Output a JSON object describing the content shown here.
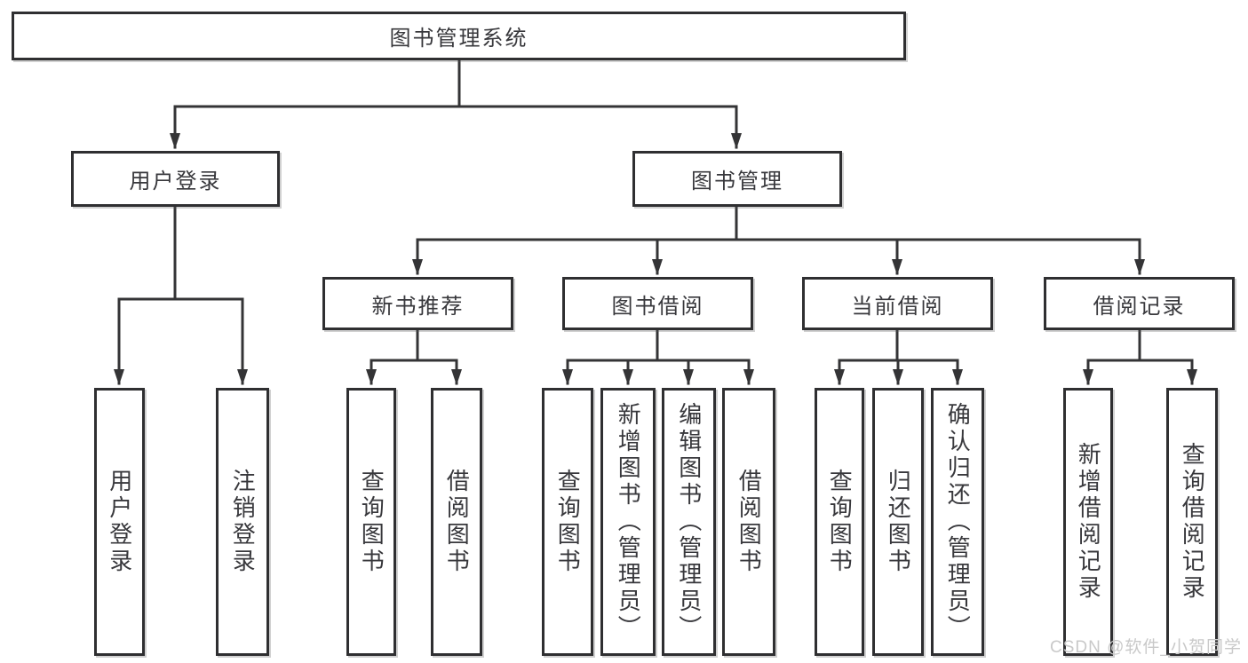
{
  "tree": {
    "label": "图书管理系统",
    "children": [
      {
        "label": "用户登录",
        "children": [
          {
            "label": "用户登录"
          },
          {
            "label": "注销登录"
          }
        ]
      },
      {
        "label": "图书管理",
        "children": [
          {
            "label": "新书推荐",
            "children": [
              {
                "label": "查询图书"
              },
              {
                "label": "借阅图书"
              }
            ]
          },
          {
            "label": "图书借阅",
            "children": [
              {
                "label": "查询图书"
              },
              {
                "label": "新增图书（管理员）"
              },
              {
                "label": "编辑图书（管理员）"
              },
              {
                "label": "借阅图书"
              }
            ]
          },
          {
            "label": "当前借阅",
            "children": [
              {
                "label": "查询图书"
              },
              {
                "label": "归还图书"
              },
              {
                "label": "确认归还（管理员）"
              }
            ]
          },
          {
            "label": "借阅记录",
            "children": [
              {
                "label": "新增借阅记录"
              },
              {
                "label": "查询借阅记录"
              }
            ]
          }
        ]
      }
    ]
  },
  "watermark": {
    "text": "CSDN @软件_小贺同学"
  },
  "colors": {
    "line": "#343436",
    "box_border": "#2f2f31",
    "text": "#38383c",
    "watermark": "#c9c9c9",
    "background": "#ffffff"
  }
}
